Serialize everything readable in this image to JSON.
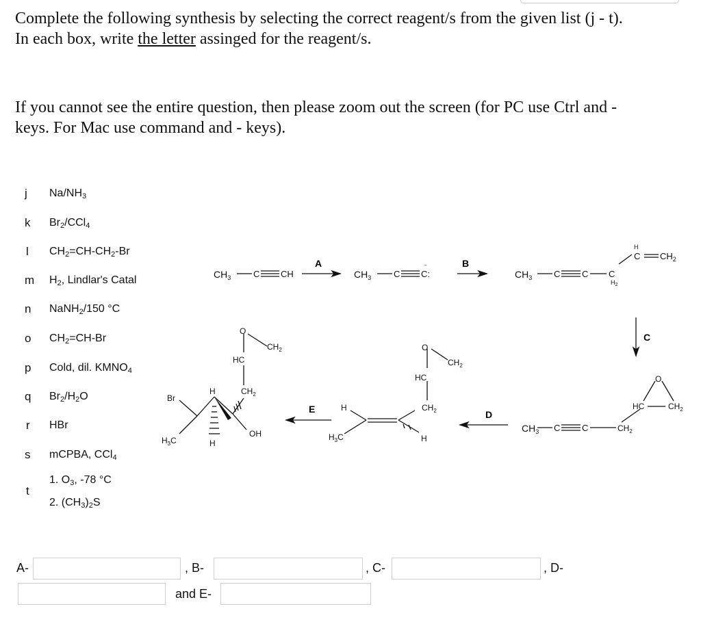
{
  "question": {
    "line1": "Complete the following synthesis by selecting the correct reagent/s from the given list (j - t).",
    "line2_pre": "In each box, write ",
    "line2_u": "the letter",
    "line2_post": " assinged for the reagent/s.",
    "zoom_line1": "If you cannot see the entire question, then please zoom out the screen (for PC use Ctrl and -",
    "zoom_line2": "keys. For Mac use command and - keys)."
  },
  "reagents": [
    {
      "letter": "j",
      "text": "Na/NH3"
    },
    {
      "letter": "k",
      "text": "Br2/CCl4"
    },
    {
      "letter": "l",
      "text": "CH2=CH-CH2-Br"
    },
    {
      "letter": "m",
      "text": "H2, Lindlar's Catal"
    },
    {
      "letter": "n",
      "text": "NaNH2/150 °C"
    },
    {
      "letter": "o",
      "text": "CH2=CH-Br"
    },
    {
      "letter": "p",
      "text": "Cold, dil. KMNO4"
    },
    {
      "letter": "q",
      "text": "Br2/H2O"
    },
    {
      "letter": "r",
      "text": "HBr"
    },
    {
      "letter": "s",
      "text": "mCPBA, CCl4"
    },
    {
      "letter": "t",
      "text1": "1. O3, -78 °C",
      "text2": "2. (CH3)2S"
    }
  ],
  "scheme": {
    "labels": {
      "A": "A",
      "B": "B",
      "C": "C",
      "D": "D",
      "E": "E"
    },
    "atoms": {
      "ch3": "CH3",
      "ch": "CH",
      "c": "C",
      "hc": "HC",
      "ch2": "CH2",
      "o": "O",
      "h": "H",
      "br": "Br",
      "h3c": "H3C",
      "oh": "OH"
    }
  },
  "answers": {
    "a_label": "A-",
    "b_label": ", B-",
    "c_label": ", C-",
    "d_label": ", D-",
    "e_label": "and E-",
    "a_value": "",
    "b_value": "",
    "c_value": "",
    "d_value": "",
    "e_value": ""
  }
}
